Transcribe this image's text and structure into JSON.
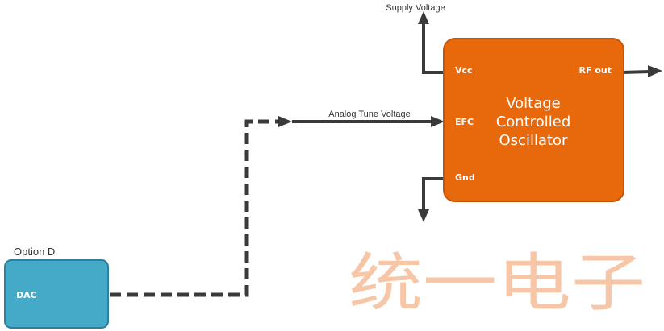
{
  "labels": {
    "supply_voltage": "Supply Voltage",
    "analog_tune_voltage": "Analog Tune Voltage",
    "option": "Option D",
    "dac": "DAC",
    "watermark": "统一电子"
  },
  "vco": {
    "title_lines": [
      "Voltage",
      "Controlled",
      "Oscillator"
    ],
    "pins": {
      "vcc": "Vcc",
      "efc": "EFC",
      "gnd": "Gnd",
      "rf_out": "RF out"
    }
  },
  "colors": {
    "vco_fill": "#E8690C",
    "vco_stroke": "#C4560A",
    "dac_fill": "#45AAC8",
    "dac_stroke": "#2F7F9C",
    "line": "#3A3A3A"
  }
}
